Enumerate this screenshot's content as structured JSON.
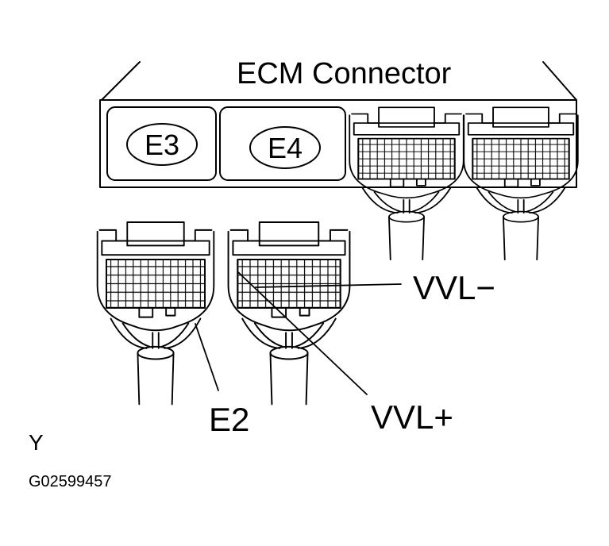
{
  "title": "ECM Connector",
  "connectors": [
    "E3",
    "E4"
  ],
  "labels": {
    "vvl_minus": "VVL−",
    "e2": "E2",
    "vvl_plus": "VVL+"
  },
  "footer": {
    "y": "Y",
    "code": "G02599457"
  },
  "colors": {
    "ink": "#000000",
    "paper": "#ffffff"
  }
}
